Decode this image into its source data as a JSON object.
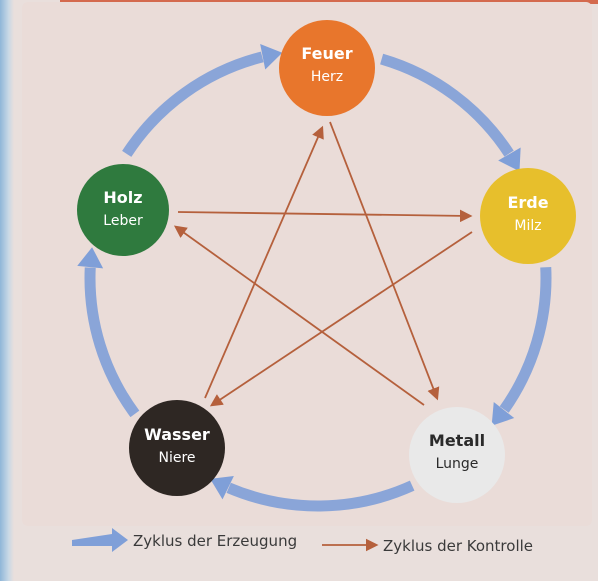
{
  "diagram": {
    "nodes": [
      {
        "id": "feuer",
        "title": "Feuer",
        "subtitle": "Herz",
        "color": "#e8762c",
        "title_color": "#ffffff",
        "subtitle_color": "#ffffff"
      },
      {
        "id": "erde",
        "title": "Erde",
        "subtitle": "Milz",
        "color": "#e7bf2c",
        "title_color": "#ffffff",
        "subtitle_color": "#ffffff"
      },
      {
        "id": "metall",
        "title": "Metall",
        "subtitle": "Lunge",
        "color": "#e9e9e9",
        "title_color": "#2a2a2a",
        "subtitle_color": "#2a2a2a"
      },
      {
        "id": "wasser",
        "title": "Wasser",
        "subtitle": "Niere",
        "color": "#2e2723",
        "title_color": "#ffffff",
        "subtitle_color": "#ffffff"
      },
      {
        "id": "holz",
        "title": "Holz",
        "subtitle": "Leber",
        "color": "#2f7a3e",
        "title_color": "#ffffff",
        "subtitle_color": "#ffffff"
      }
    ],
    "generation_cycle": [
      "feuer",
      "erde",
      "metall",
      "wasser",
      "holz"
    ],
    "control_cycle": [
      [
        "feuer",
        "metall"
      ],
      [
        "metall",
        "holz"
      ],
      [
        "holz",
        "erde"
      ],
      [
        "erde",
        "wasser"
      ],
      [
        "wasser",
        "feuer"
      ]
    ],
    "colors": {
      "generation_arrow": "#7f9fd8",
      "control_arrow": "#b5603c"
    }
  },
  "legend": {
    "generation_label": "Zyklus der Erzeugung",
    "control_label": "Zyklus der Kontrolle"
  }
}
